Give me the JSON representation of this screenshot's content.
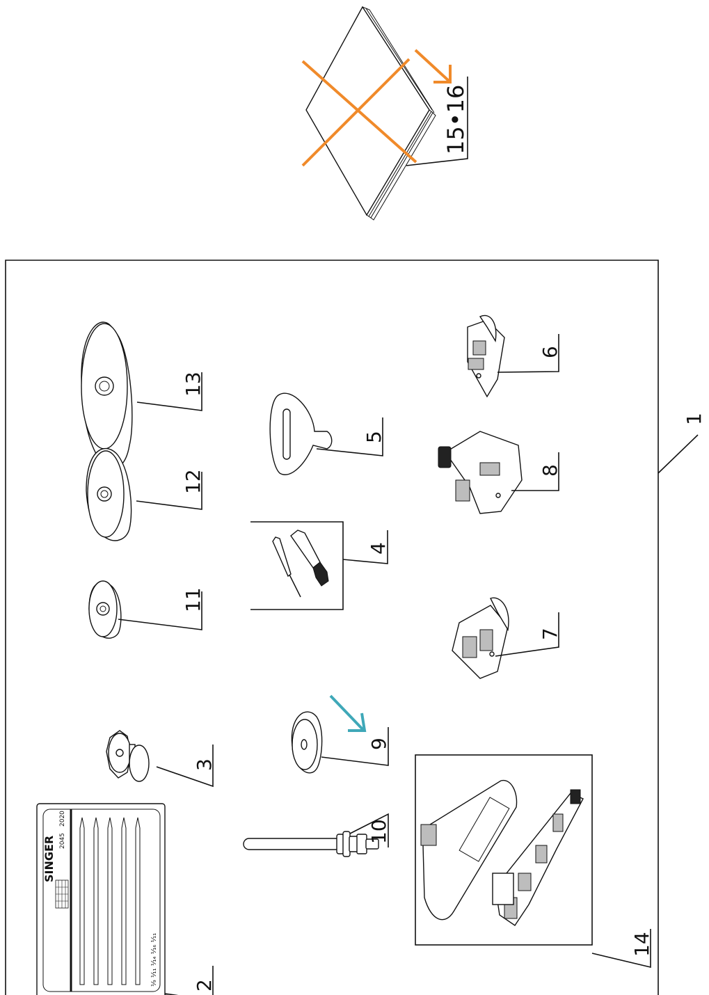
{
  "book": {
    "label": "15•16"
  },
  "parts": {
    "box": "1",
    "needle_pack": "2",
    "bobbin": "3",
    "screwdriver_set": "4",
    "screwdriver_key": "5",
    "foot_6": "6",
    "foot_7": "7",
    "foot_8": "8",
    "felt_disc": "9",
    "spool_pin": "10",
    "cap_small": "11",
    "cap_medium": "12",
    "cap_large": "13",
    "accessory_kit": "14"
  },
  "needle_pack": {
    "brand": "SINGER",
    "model_a": "2020",
    "model_b": "2045",
    "sizes": "⅟₉ ⅟₁₁ ⅟₁₄ ⅟₁₆ ⅟₁₁"
  },
  "colors": {
    "orange_marker": "#F08A2A",
    "teal_arrow": "#3FA8B8",
    "ink": "#111111"
  }
}
